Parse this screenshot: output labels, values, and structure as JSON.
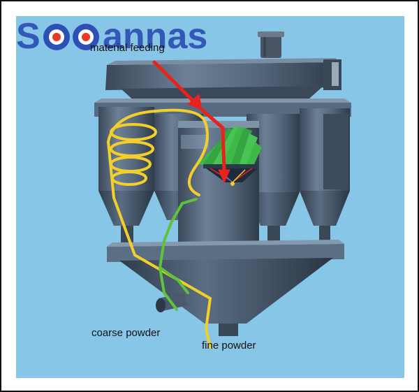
{
  "labels": {
    "material_feeding": "material feeding",
    "coarse_powder": "coarse powder",
    "fine_powder": "fine powder"
  },
  "watermark": {
    "text": "Sooannas",
    "color": "#2e4fb5",
    "dot_color": "#e83a2a"
  },
  "colors": {
    "background": "#87c6e6",
    "machine_body": "#4d5f73",
    "machine_dark": "#2c3846",
    "machine_light": "#7b8ea2",
    "feed_arrow": "#e8231c",
    "fine_flow": "#f2cf2a",
    "coarse_flow": "#5ec23c",
    "rotor_blades": "#3fb84a"
  },
  "icons": {
    "feed_arrow": "red-arrow-icon",
    "classifier_rotor": "rotor-fan-icon"
  }
}
